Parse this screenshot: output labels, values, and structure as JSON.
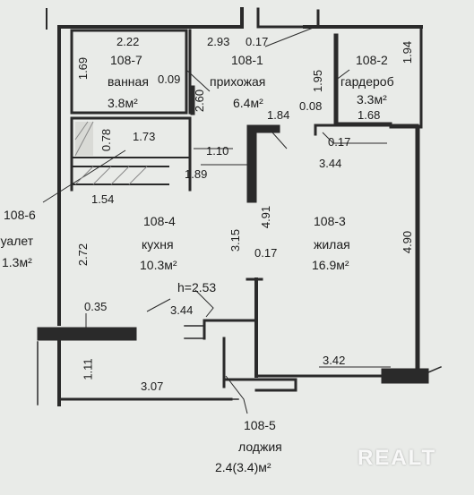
{
  "plan": {
    "colors": {
      "wall": "#2a2a2a",
      "paper": "#e9ebe8",
      "hatch": "#d9dad6"
    },
    "rooms": [
      {
        "id": "108-7",
        "name": "ванная",
        "area": "3.8м²"
      },
      {
        "id": "108-1",
        "name": "прихожая",
        "area": "6.4м²"
      },
      {
        "id": "108-2",
        "name": "гардероб",
        "area": "3.3м²"
      },
      {
        "id": "108-6",
        "name": "туалет",
        "area": "1.3м²"
      },
      {
        "id": "108-4",
        "name": "кухня",
        "area": "10.3м²",
        "extra": "h=2.53"
      },
      {
        "id": "108-3",
        "name": "жилая",
        "area": "16.9м²"
      },
      {
        "id": "108-5",
        "name": "лоджия",
        "area": "2.4(3.4)м²"
      }
    ],
    "dims": {
      "d222": "2.22",
      "d293": "2.93",
      "d017a": "0.17",
      "d194": "1.94",
      "d169": "1.69",
      "d009": "0.09",
      "d260": "2.60",
      "d195": "1.95",
      "d184": "1.84",
      "d008": "0.08",
      "d168": "1.68",
      "d078": "0.78",
      "d173": "1.73",
      "d110": "1.10",
      "d017b": "0.17",
      "d344a": "3.44",
      "d189": "1.89",
      "d154": "1.54",
      "d315": "3.15",
      "d491": "4.91",
      "d490": "4.90",
      "d272": "2.72",
      "d017c": "0.17",
      "d035": "0.35",
      "d344b": "3.44",
      "d111": "1.11",
      "d307": "3.07",
      "d342": "3.42"
    }
  },
  "watermark": "REALT"
}
